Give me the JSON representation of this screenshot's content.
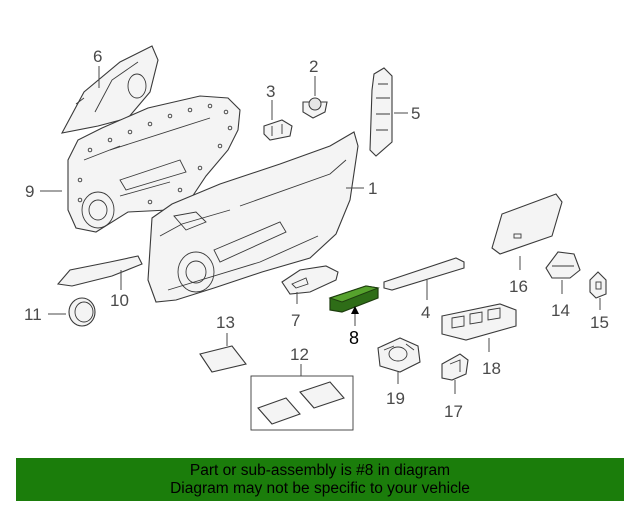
{
  "callouts": {
    "c1": "1",
    "c2": "2",
    "c3": "3",
    "c4": "4",
    "c5": "5",
    "c6": "6",
    "c7": "7",
    "c8": "8",
    "c9": "9",
    "c10": "10",
    "c11": "11",
    "c12": "12",
    "c13": "13",
    "c14": "14",
    "c15": "15",
    "c16": "16",
    "c17": "17",
    "c18": "18",
    "c19": "19"
  },
  "highlighted_part": "8",
  "colors": {
    "highlight": "#2e6d17",
    "banner_bg": "#1b7d0b",
    "banner_text": "#000000"
  },
  "banner": {
    "line1": "Part or sub-assembly is #8 in diagram",
    "line2": "Diagram may not be specific to your vehicle"
  }
}
